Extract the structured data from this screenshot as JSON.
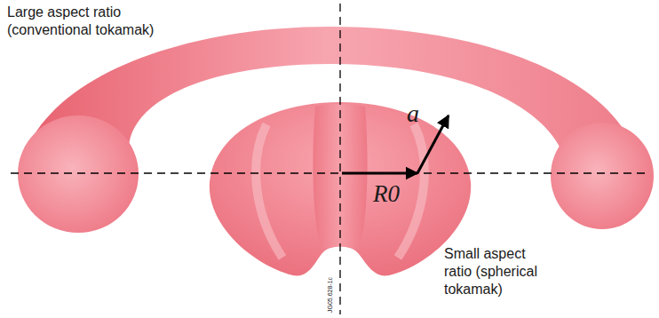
{
  "diagram": {
    "labels": [
      "Large aspect ratio (conventional tokamak)",
      "a",
      "R0",
      "Small aspect ratio (spherical tokamak)",
      "JG05.628-1c"
    ]
  }
}
